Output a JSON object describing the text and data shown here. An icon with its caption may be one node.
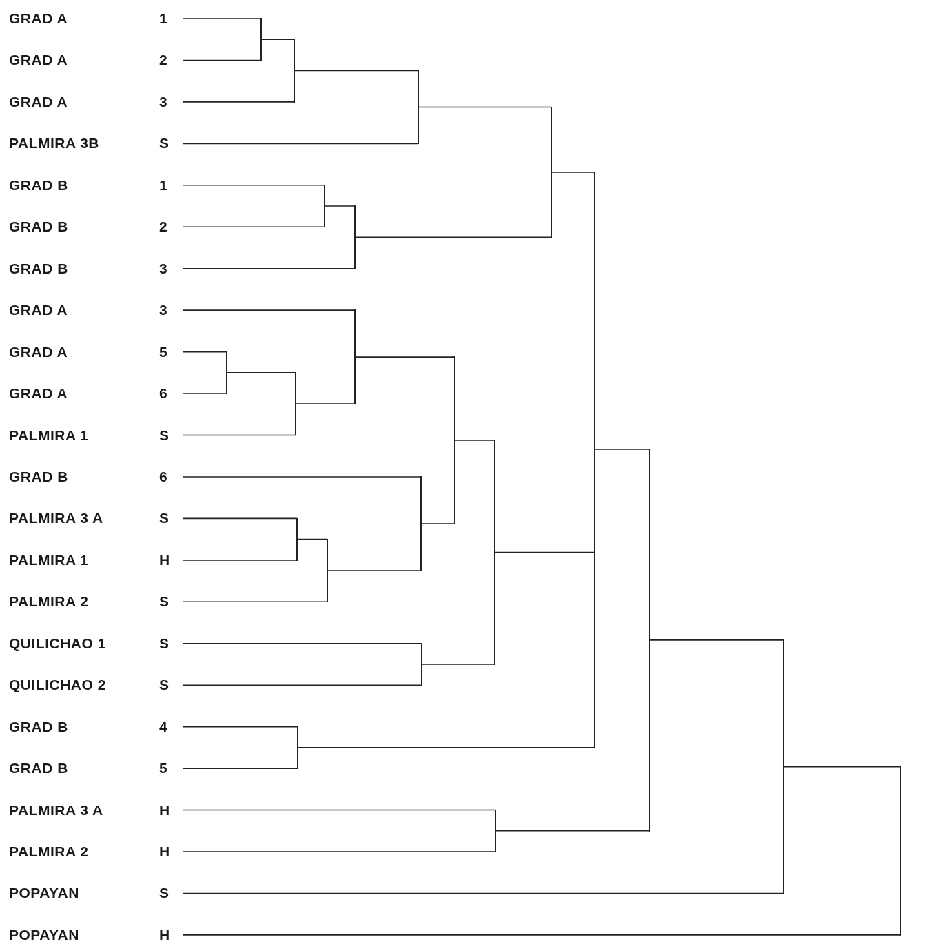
{
  "diagram": {
    "nodes": [
      {
        "text": [
          "GRAD A",
          "1"
        ]
      },
      {
        "text": [
          "GRAD A",
          "2"
        ]
      },
      {
        "text": [
          "GRAD A",
          "3"
        ]
      },
      {
        "text": [
          "PALMIRA 3B",
          "S"
        ]
      },
      {
        "text": [
          "GRAD B",
          "1"
        ]
      },
      {
        "text": [
          "GRAD B",
          "2"
        ]
      },
      {
        "text": [
          "GRAD B",
          "3"
        ]
      },
      {
        "text": [
          "GRAD A",
          "3"
        ]
      },
      {
        "text": [
          "GRAD A",
          "5"
        ]
      },
      {
        "text": [
          "GRAD A",
          "6"
        ]
      },
      {
        "text": [
          "PALMIRA 1",
          "S"
        ]
      },
      {
        "text": [
          "GRAD B",
          "6"
        ]
      },
      {
        "text": [
          "PALMIRA 3 A",
          "S"
        ]
      },
      {
        "text": [
          "PALMIRA 1",
          "H"
        ]
      },
      {
        "text": [
          "PALMIRA 2",
          "S"
        ]
      },
      {
        "text": [
          "QUILICHAO 1",
          "S"
        ]
      },
      {
        "text": [
          "QUILICHAO 2",
          "S"
        ]
      },
      {
        "text": [
          "GRAD B",
          "4"
        ]
      },
      {
        "text": [
          "GRAD B",
          "5"
        ]
      },
      {
        "text": [
          "PALMIRA 3 A",
          "H"
        ]
      },
      {
        "text": [
          "PALMIRA 2",
          "H"
        ]
      },
      {
        "text": [
          "POPAYAN",
          "S"
        ]
      },
      {
        "text": [
          "POPAYAN",
          "H"
        ]
      },
      {
        "text": [],
        "shape": "bar"
      },
      {
        "text": [],
        "shape": "bar"
      },
      {
        "text": [],
        "shape": "bar"
      },
      {
        "text": [],
        "shape": "bar"
      },
      {
        "text": [],
        "shape": "bar"
      },
      {
        "text": [],
        "shape": "bar"
      },
      {
        "text": [],
        "shape": "bar"
      },
      {
        "text": [],
        "shape": "bar"
      },
      {
        "text": [],
        "shape": "bar"
      },
      {
        "text": [],
        "shape": "bar"
      },
      {
        "text": [],
        "shape": "bar"
      },
      {
        "text": [],
        "shape": "bar"
      },
      {
        "text": [],
        "shape": "bar"
      },
      {
        "text": [],
        "shape": "bar"
      },
      {
        "text": [],
        "shape": "bar"
      },
      {
        "text": [],
        "shape": "bar"
      },
      {
        "text": [],
        "shape": "bar"
      },
      {
        "text": [],
        "shape": "bar"
      },
      {
        "text": [],
        "shape": "bar"
      },
      {
        "text": [],
        "shape": "bar"
      },
      {
        "text": [],
        "shape": "bar"
      }
    ],
    "edges": [
      {
        "from": 0,
        "to": 23,
        "arrow": "none"
      },
      {
        "from": 1,
        "to": 23,
        "arrow": "none"
      },
      {
        "from": 23,
        "to": 24,
        "arrow": "none"
      },
      {
        "from": 2,
        "to": 24,
        "arrow": "none"
      },
      {
        "from": 24,
        "to": 25,
        "arrow": "none"
      },
      {
        "from": 3,
        "to": 25,
        "arrow": "none"
      },
      {
        "from": 4,
        "to": 26,
        "arrow": "none"
      },
      {
        "from": 5,
        "to": 26,
        "arrow": "none"
      },
      {
        "from": 26,
        "to": 27,
        "arrow": "none"
      },
      {
        "from": 6,
        "to": 27,
        "arrow": "none"
      },
      {
        "from": 25,
        "to": 28,
        "arrow": "none"
      },
      {
        "from": 27,
        "to": 28,
        "arrow": "none"
      },
      {
        "from": 8,
        "to": 29,
        "arrow": "none"
      },
      {
        "from": 9,
        "to": 29,
        "arrow": "none"
      },
      {
        "from": 29,
        "to": 30,
        "arrow": "none"
      },
      {
        "from": 10,
        "to": 30,
        "arrow": "none"
      },
      {
        "from": 7,
        "to": 31,
        "arrow": "none"
      },
      {
        "from": 30,
        "to": 31,
        "arrow": "none"
      },
      {
        "from": 12,
        "to": 32,
        "arrow": "none"
      },
      {
        "from": 13,
        "to": 32,
        "arrow": "none"
      },
      {
        "from": 32,
        "to": 33,
        "arrow": "none"
      },
      {
        "from": 14,
        "to": 33,
        "arrow": "none"
      },
      {
        "from": 11,
        "to": 34,
        "arrow": "none"
      },
      {
        "from": 33,
        "to": 34,
        "arrow": "none"
      },
      {
        "from": 31,
        "to": 35,
        "arrow": "none"
      },
      {
        "from": 34,
        "to": 35,
        "arrow": "none"
      },
      {
        "from": 15,
        "to": 36,
        "arrow": "none"
      },
      {
        "from": 16,
        "to": 36,
        "arrow": "none"
      },
      {
        "from": 35,
        "to": 37,
        "arrow": "none"
      },
      {
        "from": 36,
        "to": 37,
        "arrow": "none"
      },
      {
        "from": 17,
        "to": 38,
        "arrow": "none"
      },
      {
        "from": 18,
        "to": 38,
        "arrow": "none"
      },
      {
        "from": 28,
        "to": 39,
        "arrow": "none"
      },
      {
        "from": 37,
        "to": 39,
        "arrow": "none"
      },
      {
        "from": 38,
        "to": 39,
        "arrow": "none"
      },
      {
        "from": 19,
        "to": 40,
        "arrow": "none"
      },
      {
        "from": 20,
        "to": 40,
        "arrow": "none"
      },
      {
        "from": 39,
        "to": 41,
        "arrow": "none"
      },
      {
        "from": 40,
        "to": 41,
        "arrow": "none"
      },
      {
        "from": 41,
        "to": 42,
        "arrow": "none"
      },
      {
        "from": 21,
        "to": 42,
        "arrow": "none"
      },
      {
        "from": 42,
        "to": 43,
        "arrow": "none"
      },
      {
        "from": 22,
        "to": 43,
        "arrow": "none"
      }
    ]
  }
}
